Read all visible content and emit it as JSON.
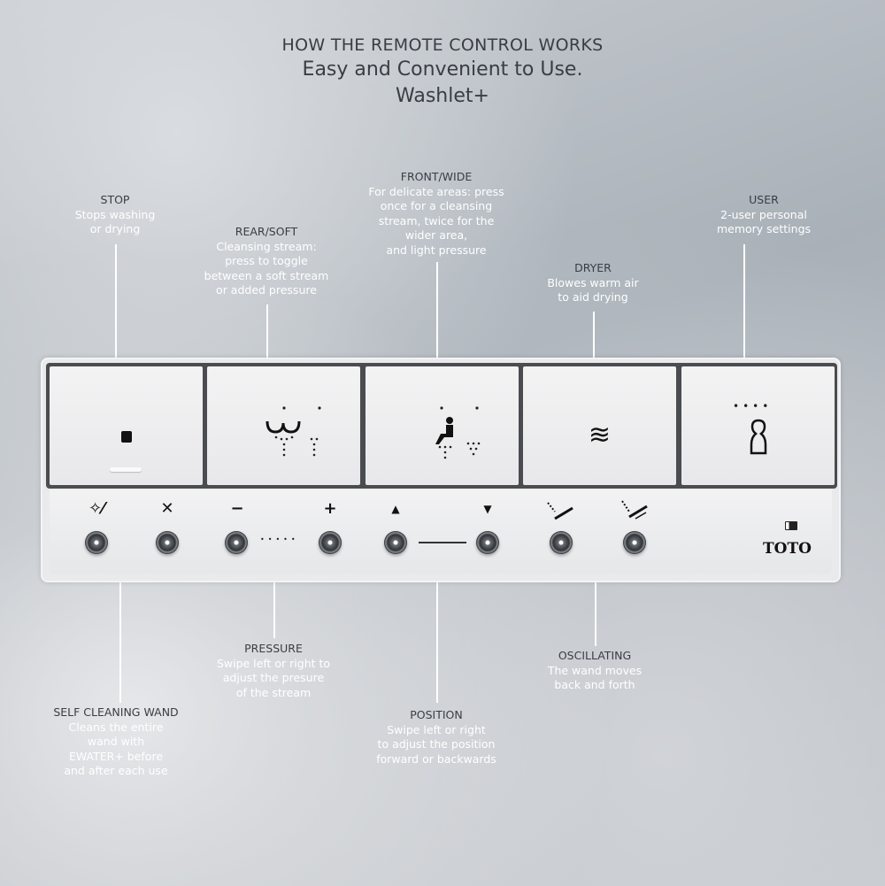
{
  "header": {
    "line1": "HOW THE REMOTE CONTROL WORKS",
    "line2": "Easy and Convenient to Use.",
    "line3": "Washlet+"
  },
  "callouts": {
    "stop": {
      "title": "STOP",
      "desc": "Stops washing\nor drying"
    },
    "rear": {
      "title": "REAR/SOFT",
      "desc": "Cleansing stream:\npress to toggle\nbetween a soft stream\nor added pressure"
    },
    "front": {
      "title": "FRONT/WIDE",
      "desc": "For delicate areas: press\nonce for a cleansing\nstream,  twice for the\nwider area,\nand light pressure"
    },
    "dryer": {
      "title": "DRYER",
      "desc": "Blowes warm air\nto aid drying"
    },
    "user": {
      "title": "USER",
      "desc": "2-user personal\nmemory settings"
    },
    "selfclean": {
      "title": "SELF CLEANING WAND",
      "desc": "Cleans the entire\nwand with\nEWATER+ before\nand after each use"
    },
    "pressure": {
      "title": "PRESSURE",
      "desc": "Swipe left or right to\nadjust the presure\nof the stream"
    },
    "position": {
      "title": "POSITION",
      "desc": "Swipe left or right\nto adjust the position\nforward or backwards"
    },
    "oscillating": {
      "title": "OSCILLATING",
      "desc": "The wand moves\nback and forth"
    }
  },
  "remote": {
    "brand": "TOTO",
    "minus": "−",
    "plus": "+",
    "up": "▲",
    "down": "▼",
    "dryer_icon": "≋"
  }
}
